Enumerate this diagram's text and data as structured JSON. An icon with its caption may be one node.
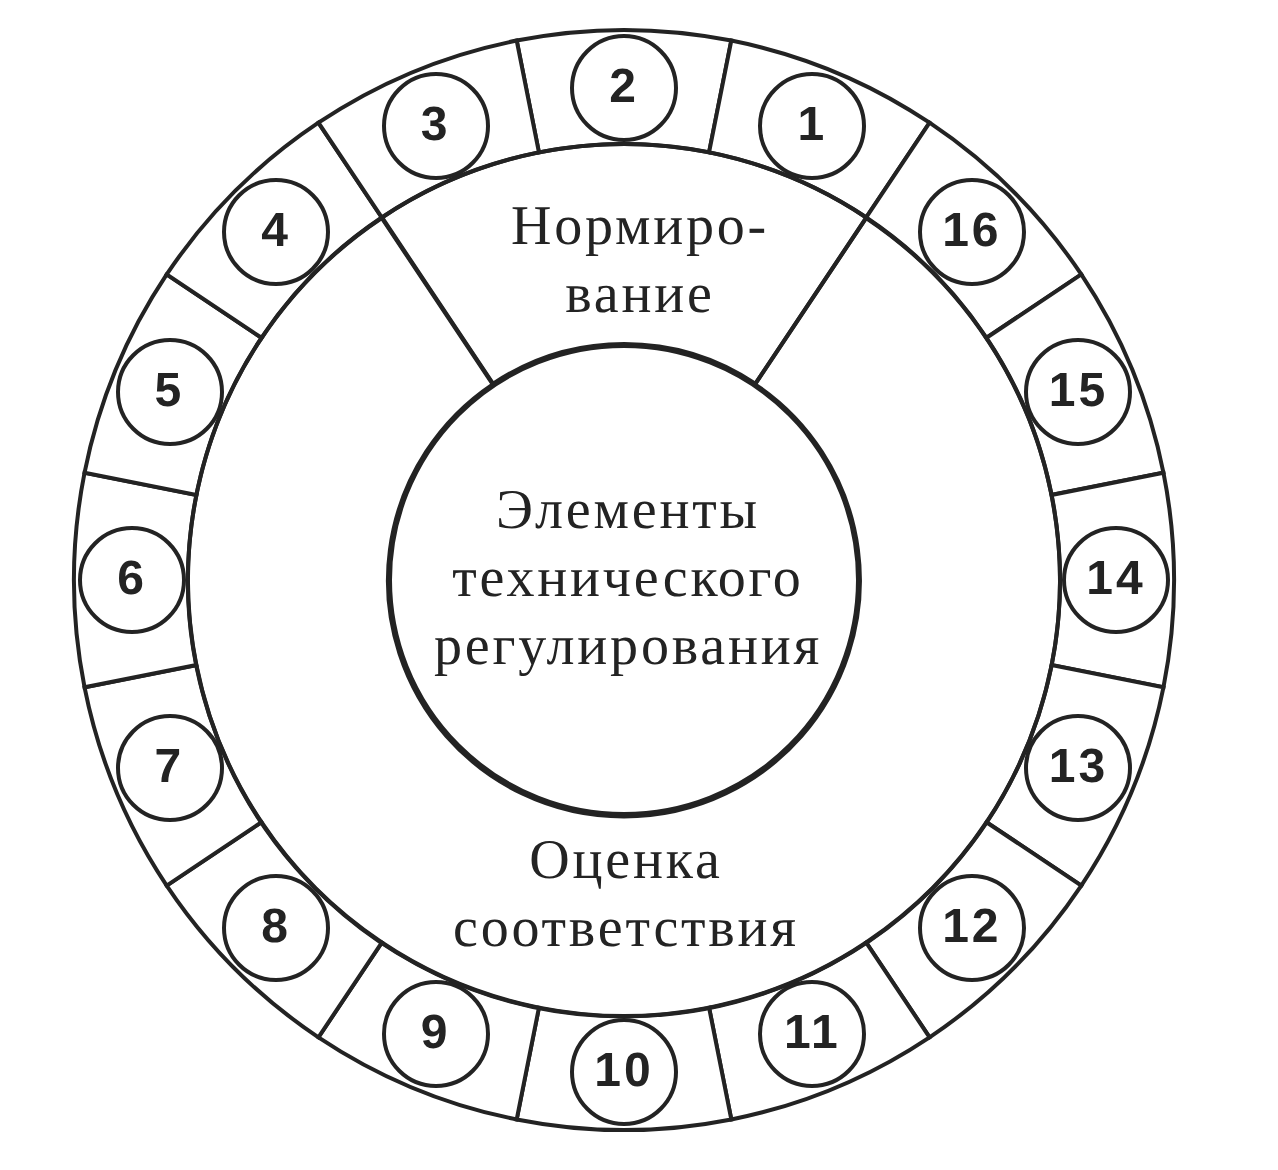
{
  "diagram": {
    "nodes": [
      {
        "text": [
          "1"
        ]
      },
      {
        "text": [
          "2"
        ]
      },
      {
        "text": [
          "3"
        ]
      },
      {
        "text": [
          "4"
        ]
      },
      {
        "text": [
          "5"
        ]
      },
      {
        "text": [
          "6"
        ]
      },
      {
        "text": [
          "7"
        ]
      },
      {
        "text": [
          "8"
        ]
      },
      {
        "text": [
          "9"
        ]
      },
      {
        "text": [
          "10"
        ]
      },
      {
        "text": [
          "11"
        ]
      },
      {
        "text": [
          "12"
        ]
      },
      {
        "text": [
          "13"
        ]
      },
      {
        "text": [
          "14"
        ]
      },
      {
        "text": [
          "15"
        ]
      },
      {
        "text": [
          "16"
        ]
      },
      {
        "text": [
          "Нормиро- вание"
        ]
      },
      {
        "text": [
          "Элементы технического регулирования"
        ]
      },
      {
        "text": [
          "Оценка соответствия"
        ]
      }
    ]
  }
}
